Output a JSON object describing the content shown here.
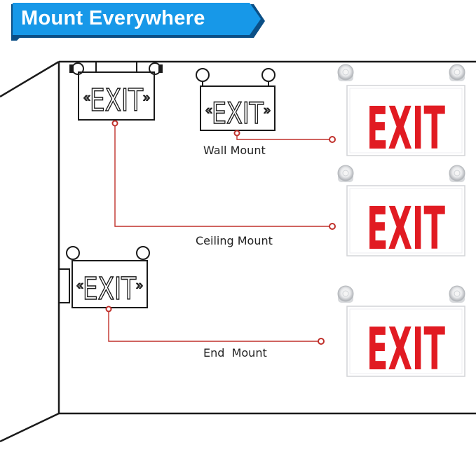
{
  "header": {
    "title": "Mount Everywhere"
  },
  "colors": {
    "banner_blue": "#1798e8",
    "banner_shadow": "#0b4f86",
    "connector_red": "#c0302b",
    "exit_red": "#e11b22",
    "wall_line": "#1a1a1a"
  },
  "signs": {
    "outline_word": "EXIT",
    "red_word": "EXIT"
  },
  "labels": {
    "wall_mount": "Wall Mount",
    "ceiling_mount": "Ceiling Mount",
    "end_mount": "End  Mount"
  }
}
